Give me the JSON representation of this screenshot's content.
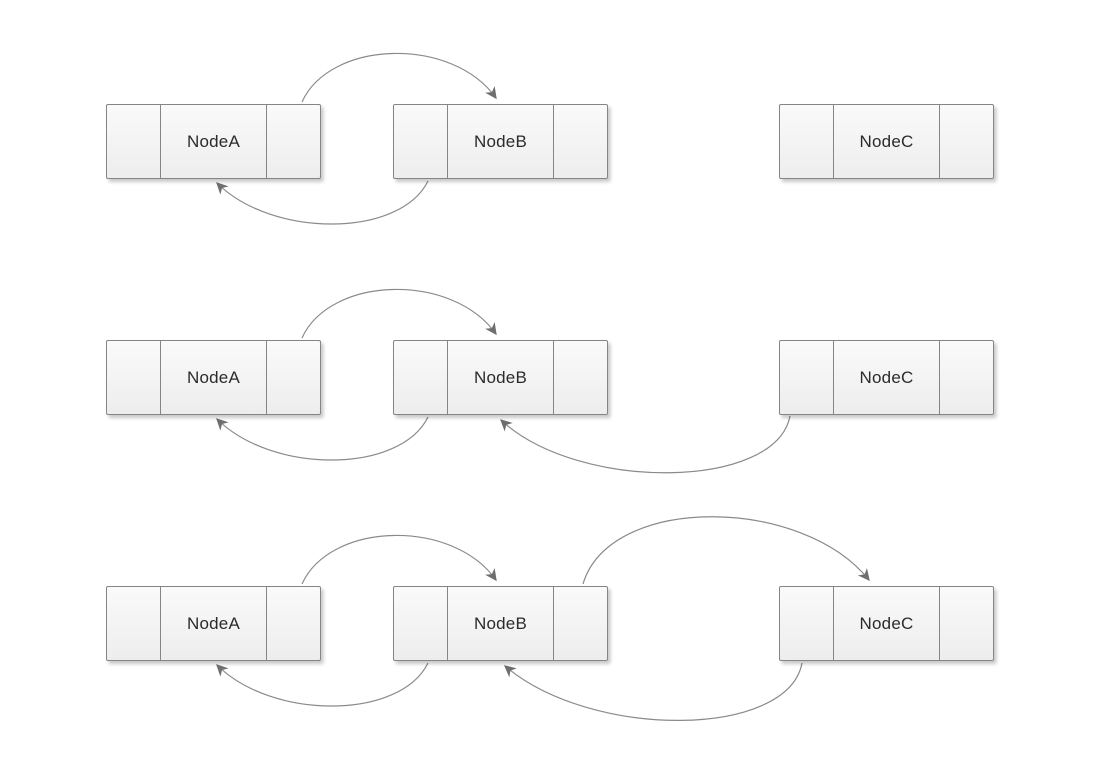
{
  "diagram": {
    "colors": {
      "background": "#ffffff",
      "node_fill_top": "#fafafa",
      "node_fill_bottom": "#ededed",
      "node_border": "#858585",
      "arrow_line": "#8a8a8a",
      "arrowhead_fill": "#6e6e6e",
      "label_text": "#2b2b2b"
    },
    "rows": [
      {
        "nodes": [
          {
            "label": "NodeA"
          },
          {
            "label": "NodeB"
          },
          {
            "label": "NodeC"
          }
        ],
        "connections": [
          {
            "from": "NodeA",
            "to": "NodeB",
            "route": "top"
          },
          {
            "from": "NodeB",
            "to": "NodeA",
            "route": "bottom"
          }
        ]
      },
      {
        "nodes": [
          {
            "label": "NodeA"
          },
          {
            "label": "NodeB"
          },
          {
            "label": "NodeC"
          }
        ],
        "connections": [
          {
            "from": "NodeA",
            "to": "NodeB",
            "route": "top"
          },
          {
            "from": "NodeB",
            "to": "NodeA",
            "route": "bottom"
          },
          {
            "from": "NodeC",
            "to": "NodeB",
            "route": "bottom"
          }
        ]
      },
      {
        "nodes": [
          {
            "label": "NodeA"
          },
          {
            "label": "NodeB"
          },
          {
            "label": "NodeC"
          }
        ],
        "connections": [
          {
            "from": "NodeA",
            "to": "NodeB",
            "route": "top"
          },
          {
            "from": "NodeB",
            "to": "NodeA",
            "route": "bottom"
          },
          {
            "from": "NodeB",
            "to": "NodeC",
            "route": "top"
          },
          {
            "from": "NodeC",
            "to": "NodeB",
            "route": "bottom"
          }
        ]
      }
    ]
  }
}
